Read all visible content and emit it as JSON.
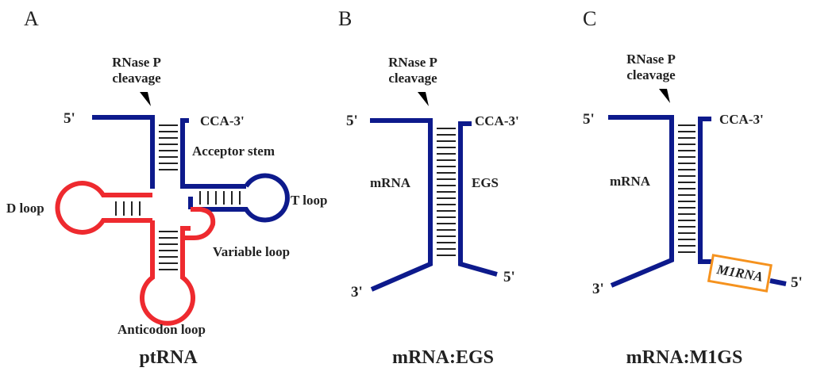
{
  "panels": {
    "a": {
      "letter": "A",
      "cleavage_line1": "RNase P",
      "cleavage_line2": "cleavage",
      "five_prime": "5'",
      "cca": "CCA-3'",
      "acceptor_stem": "Acceptor stem",
      "d_loop": "D loop",
      "t_loop": "T loop",
      "variable_loop": "Variable loop",
      "anticodon_loop": "Anticodon loop",
      "caption": "ptRNA"
    },
    "b": {
      "letter": "B",
      "cleavage_line1": "RNase P",
      "cleavage_line2": "cleavage",
      "five_prime_top": "5'",
      "cca": "CCA-3'",
      "mrna": "mRNA",
      "egs": "EGS",
      "three_prime": "3'",
      "five_prime_bottom": "5'",
      "caption": "mRNA:EGS"
    },
    "c": {
      "letter": "C",
      "cleavage_line1": "RNase P",
      "cleavage_line2": "cleavage",
      "five_prime_top": "5'",
      "cca": "CCA-3'",
      "mrna": "mRNA",
      "m1rna": "M1RNA",
      "three_prime": "3'",
      "five_prime_bottom": "5'",
      "caption": "mRNA:M1GS"
    }
  },
  "colors": {
    "strand": "#0d1a8c",
    "loop": "#ee2a2f",
    "box": "#f5921e",
    "text": "#222222"
  }
}
